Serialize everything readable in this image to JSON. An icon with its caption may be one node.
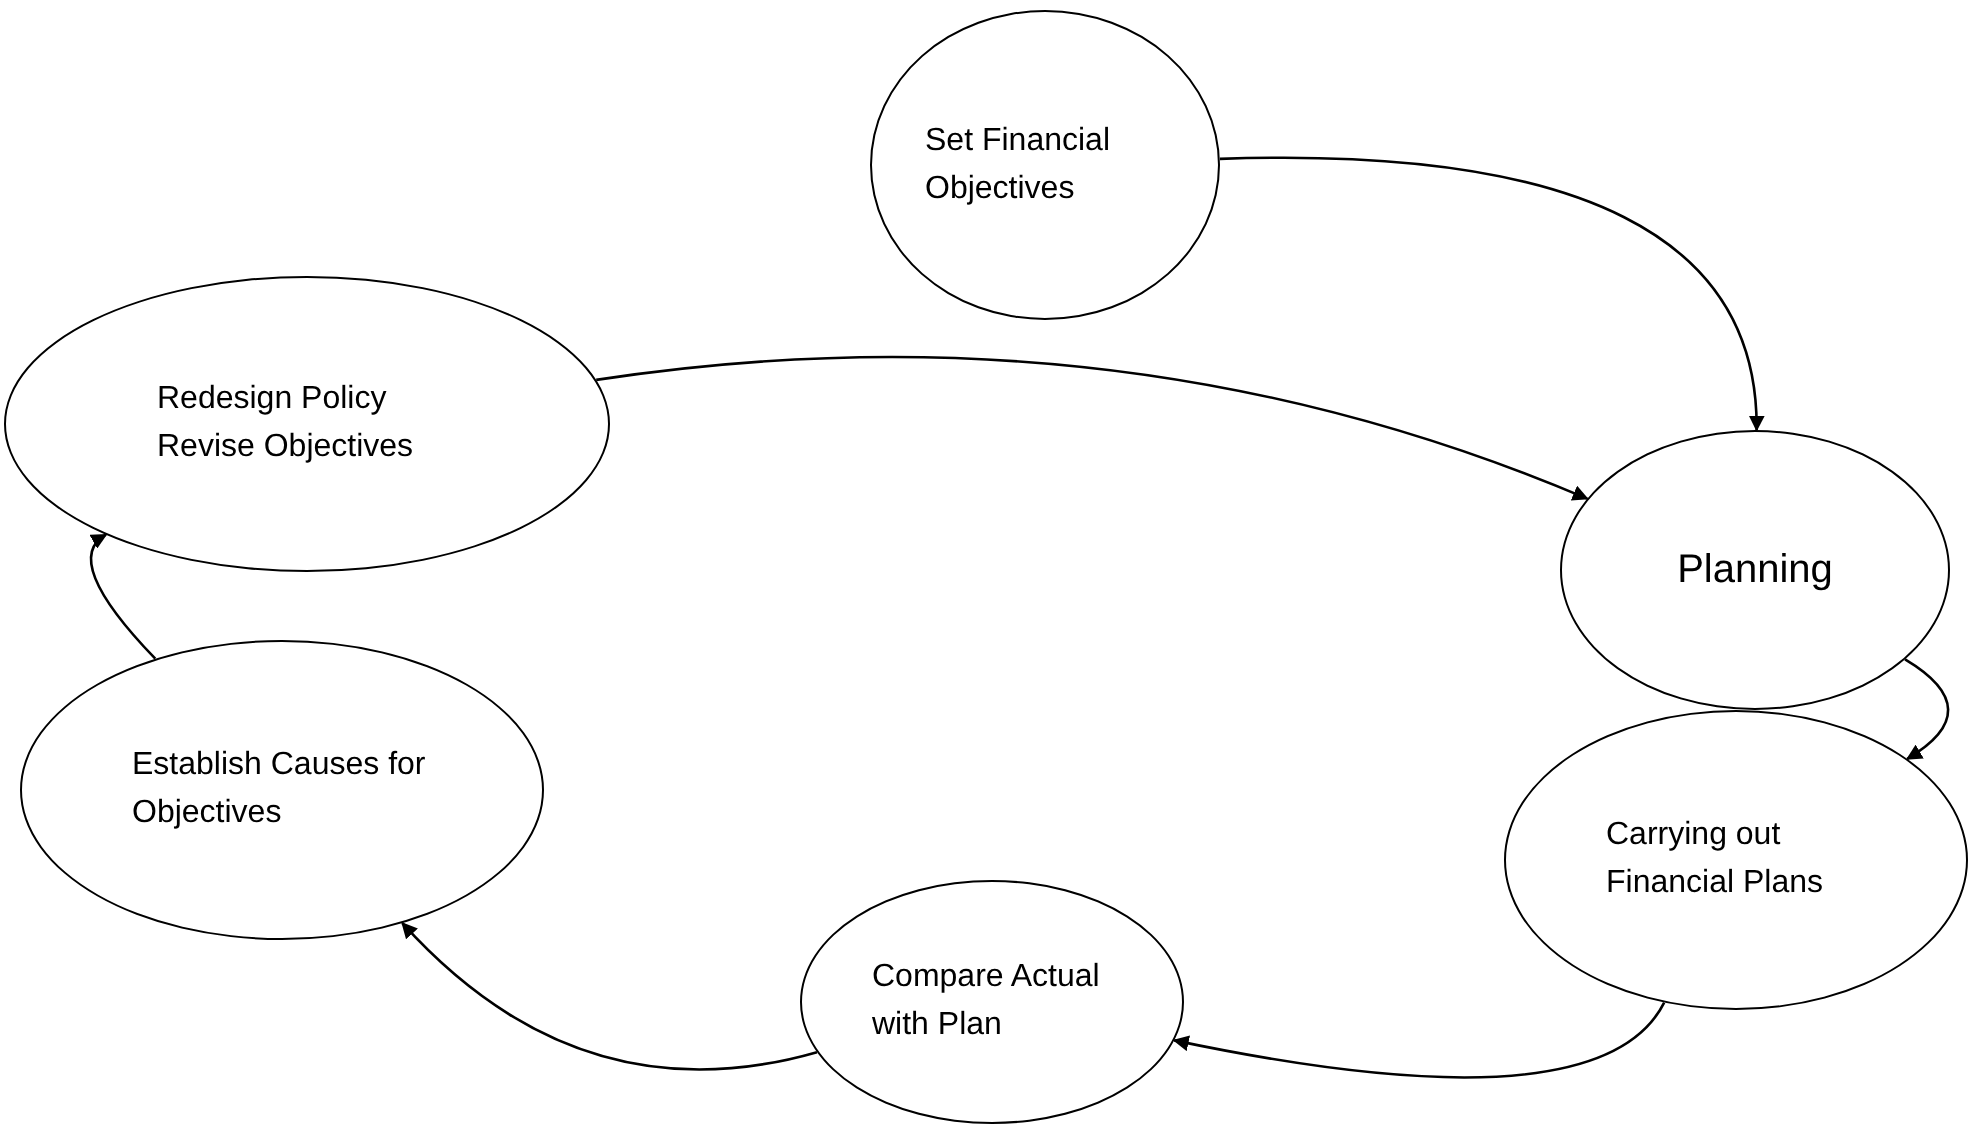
{
  "diagram": {
    "nodes": [
      {
        "text": [
          "Set Financial Objectives"
        ]
      },
      {
        "text": [
          "Redesign Policy Revise Objectives"
        ]
      },
      {
        "text": [
          "Planning"
        ]
      },
      {
        "text": [
          "Establish Causes for Objectives"
        ]
      },
      {
        "text": [
          "Compare Actual with Plan"
        ]
      },
      {
        "text": [
          "Carrying out Financial Plans"
        ]
      }
    ],
    "edges": [
      {
        "from": 0,
        "to": 2,
        "arrow": "to"
      },
      {
        "from": 1,
        "to": 2,
        "arrow": "to"
      },
      {
        "from": 2,
        "to": 5,
        "arrow": "to"
      },
      {
        "from": 5,
        "to": 4,
        "arrow": "to"
      },
      {
        "from": 4,
        "to": 3,
        "arrow": "to"
      },
      {
        "from": 3,
        "to": 1,
        "arrow": "to"
      }
    ]
  }
}
